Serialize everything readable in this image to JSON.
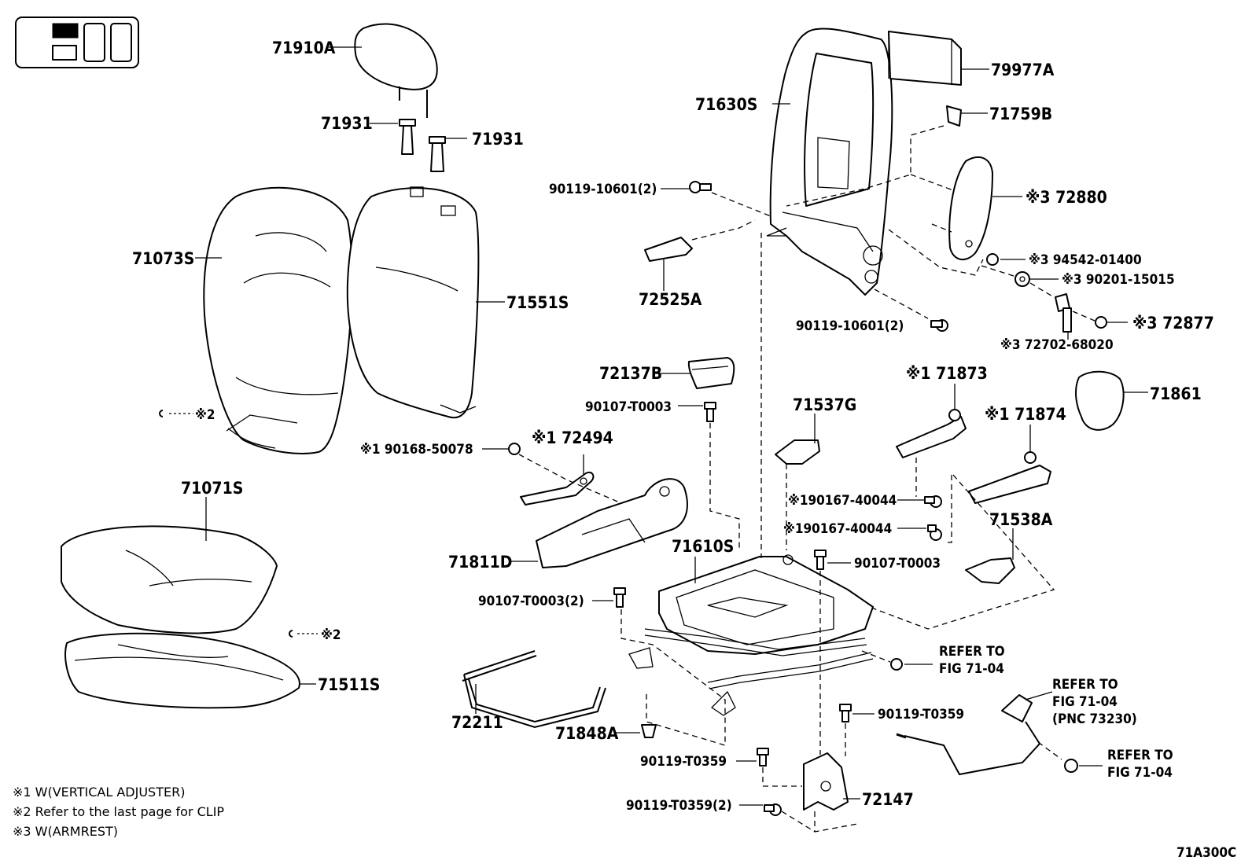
{
  "labels": {
    "p71910A": "71910A",
    "p71931a": "71931",
    "p71931b": "71931",
    "p71073S": "71073S",
    "p71551S": "71551S",
    "clip2a": "※2",
    "p71071S": "71071S",
    "clip2b": "※2",
    "p71511S": "71511S",
    "p72211": "72211",
    "p71848A": "71848A",
    "p71811D": "71811D",
    "p90107a": "90107-T0003(2)",
    "p90168": "※1 90168-50078",
    "p72494": "※1 72494",
    "p72137B": "72137B",
    "p90107b": "90107-T0003",
    "p72525A": "72525A",
    "p90119a": "90119-10601(2)",
    "p71630S": "71630S",
    "p79977A": "79977A",
    "p71759B": "71759B",
    "p72880": "※3 72880",
    "p94542": "※3 94542-01400",
    "p90201": "※3 90201-15015",
    "p72877": "※3 72877",
    "p72702": "※3 72702-68020",
    "p90119b": "90119-10601(2)",
    "p71873": "※1 71873",
    "p71874": "※1 71874",
    "p71861": "71861",
    "p71537G": "71537G",
    "p90167a": "※190167-40044",
    "p90167b": "※190167-40044",
    "p71538A": "71538A",
    "p71610S": "71610S",
    "p90107c": "90107-T0003",
    "refer1a": "REFER TO",
    "refer1b": "FIG 71-04",
    "refer2a": "REFER TO",
    "refer2b": "FIG 71-04",
    "refer2c": "(PNC 73230)",
    "refer3a": "REFER TO",
    "refer3b": "FIG 71-04",
    "p90119c": "90119-T0359",
    "p90119d": "90119-T0359",
    "p90119e": "90119-T0359(2)",
    "p72147": "72147"
  },
  "legend": [
    "※1 W(VERTICAL  ADJUSTER)",
    "※2 Refer to the last page for CLIP",
    "※3 W(ARMREST)"
  ],
  "figure_code": "71A300C"
}
